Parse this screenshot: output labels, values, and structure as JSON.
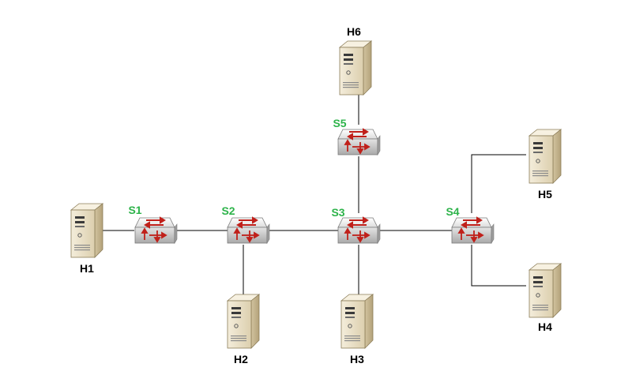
{
  "colors": {
    "switch_label": "#2db34a",
    "host_label": "#000000",
    "link": "#000000",
    "switch_body": "#e9e9e9",
    "switch_arrows": "#c0201a",
    "host_body": "#ece2c8",
    "host_side": "#c9b994"
  },
  "icons": {
    "switch": "network-switch-icon",
    "host": "server-tower-icon"
  },
  "switches": [
    {
      "id": "s1",
      "label": "S1"
    },
    {
      "id": "s2",
      "label": "S2"
    },
    {
      "id": "s3",
      "label": "S3"
    },
    {
      "id": "s4",
      "label": "S4"
    },
    {
      "id": "s5",
      "label": "S5"
    }
  ],
  "hosts": [
    {
      "id": "h1",
      "label": "H1"
    },
    {
      "id": "h2",
      "label": "H2"
    },
    {
      "id": "h3",
      "label": "H3"
    },
    {
      "id": "h4",
      "label": "H4"
    },
    {
      "id": "h5",
      "label": "H5"
    },
    {
      "id": "h6",
      "label": "H6"
    }
  ],
  "links": [
    {
      "from": "h1",
      "to": "s1"
    },
    {
      "from": "s1",
      "to": "s2"
    },
    {
      "from": "s2",
      "to": "h2"
    },
    {
      "from": "s2",
      "to": "s3"
    },
    {
      "from": "s3",
      "to": "h3"
    },
    {
      "from": "s3",
      "to": "s5"
    },
    {
      "from": "s5",
      "to": "h6"
    },
    {
      "from": "s3",
      "to": "s4"
    },
    {
      "from": "s4",
      "to": "h5"
    },
    {
      "from": "s4",
      "to": "h4"
    }
  ]
}
